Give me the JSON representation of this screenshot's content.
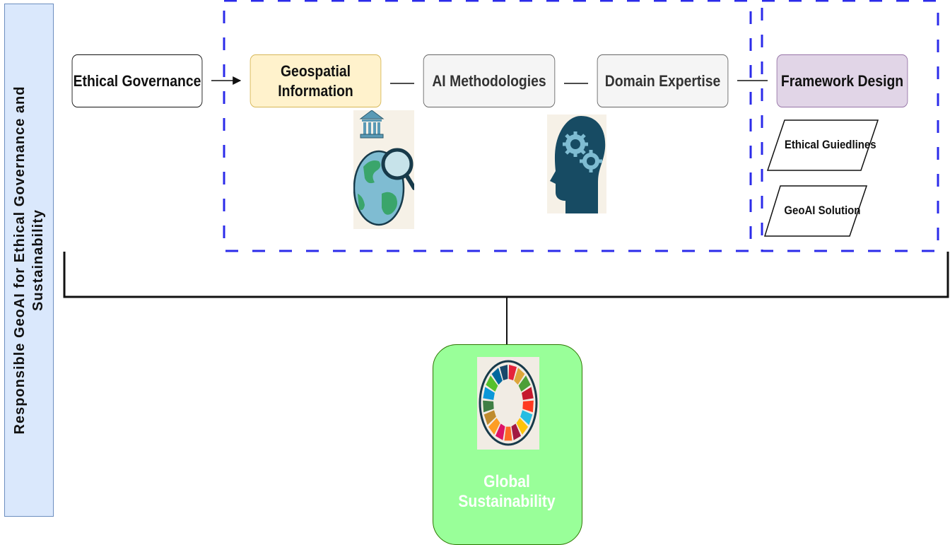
{
  "side_panel": {
    "title_line1": "Responsible GeoAI for Ethical Governance and",
    "title_line2": "Sustainability"
  },
  "nodes": {
    "ethical_governance": "Ethical Governance",
    "geospatial_information_line1": "Geospatial",
    "geospatial_information_line2": "Information",
    "ai_methodologies": "AI Methodologies",
    "domain_expertise": "Domain Expertise",
    "framework_design": "Framework Design",
    "ethical_guidelines": "Ethical Guiedlines",
    "geoai_solution": "GeoAI Solution",
    "global_sustainability": "Global Sustainability"
  },
  "icons": {
    "geospatial": "globe-magnifier-icon",
    "ai": "head-gears-icon",
    "sdg": "sdg-wheel-icon"
  },
  "colors": {
    "dashed_border": "#2b2bea",
    "side_panel_fill": "#dae8fc",
    "geo_fill": "#fff2cc",
    "gray_fill": "#f5f5f5",
    "framework_fill": "#e1d5e7",
    "global_fill": "#99ff99"
  }
}
